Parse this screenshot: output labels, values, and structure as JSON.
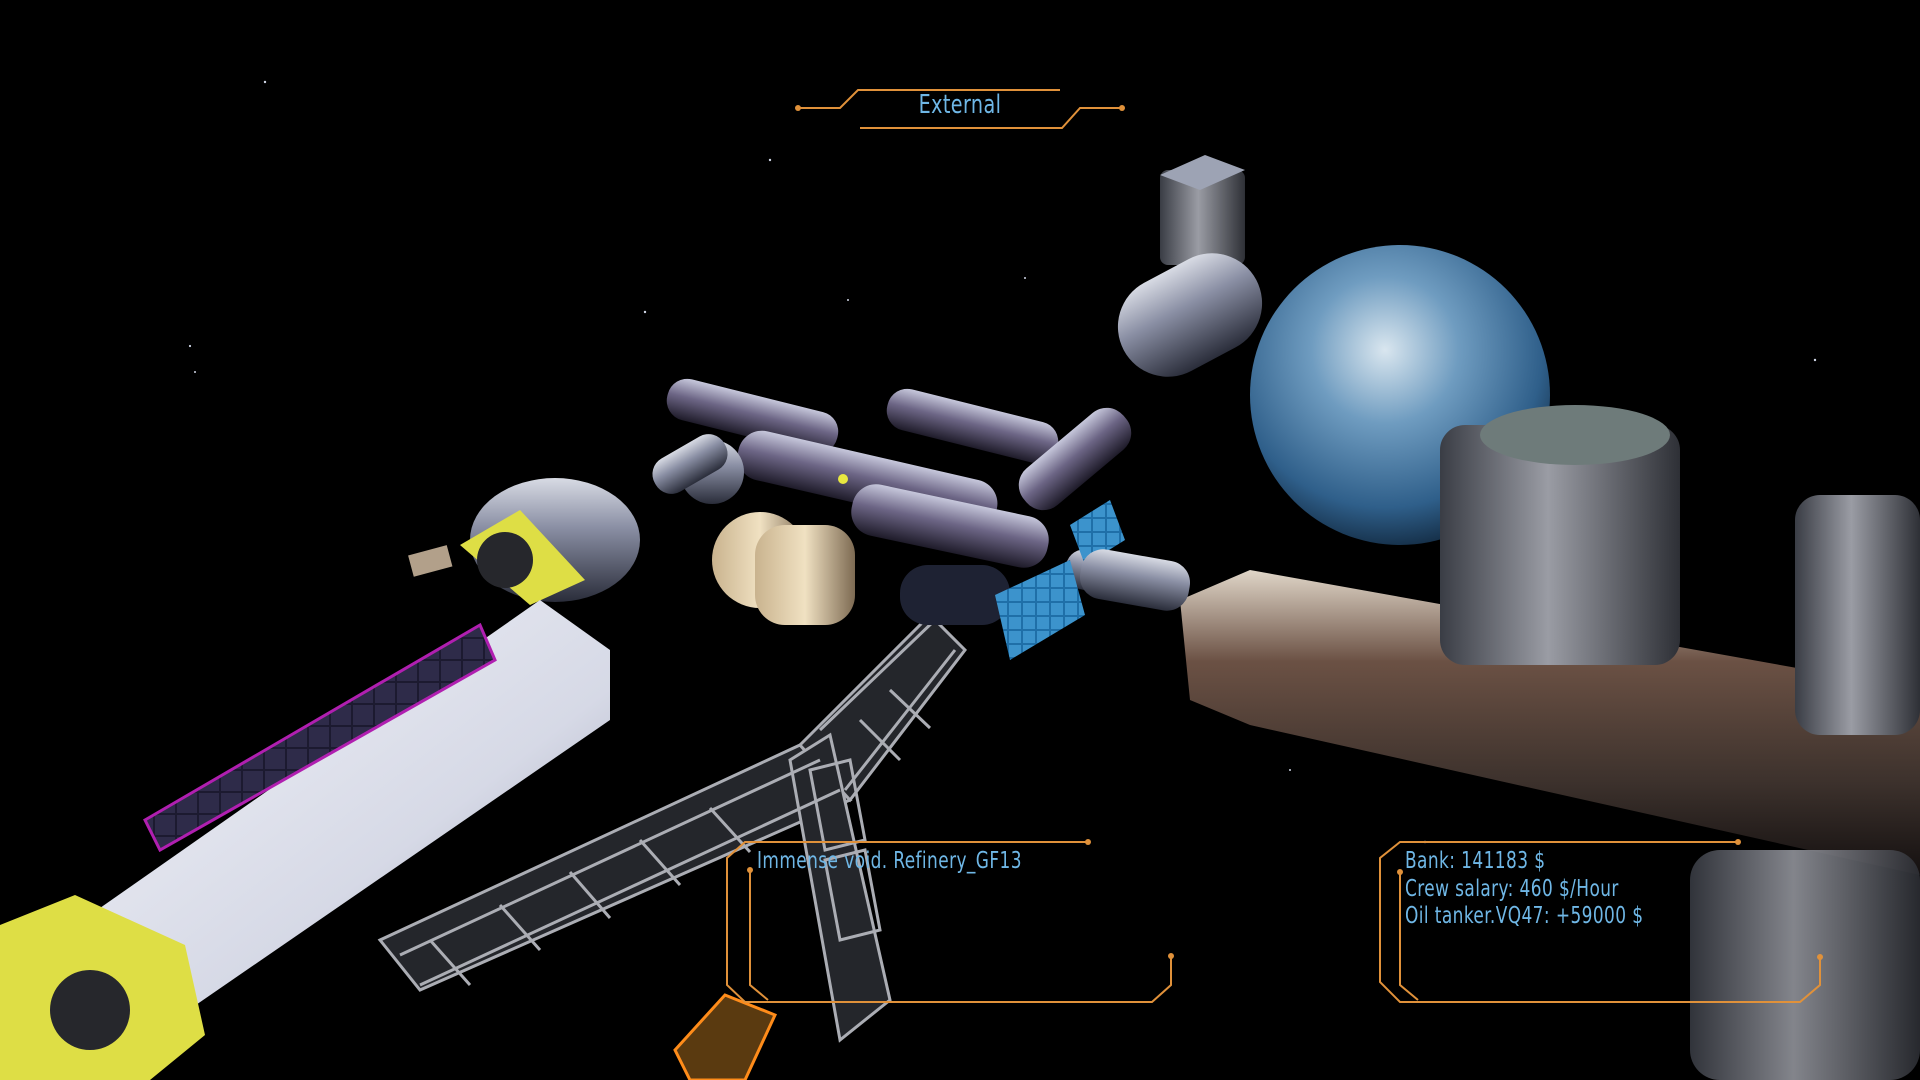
{
  "hud": {
    "view_mode": "External",
    "location": "Immense void. Refinery_GF13",
    "stats": {
      "bank": "Bank: 141183 $",
      "crew_salary": "Crew salary: 460 $/Hour",
      "income": "Oil tanker.VQ47: +59000 $"
    },
    "accent_color": "#e0913a",
    "text_color": "#6fb7e6"
  }
}
